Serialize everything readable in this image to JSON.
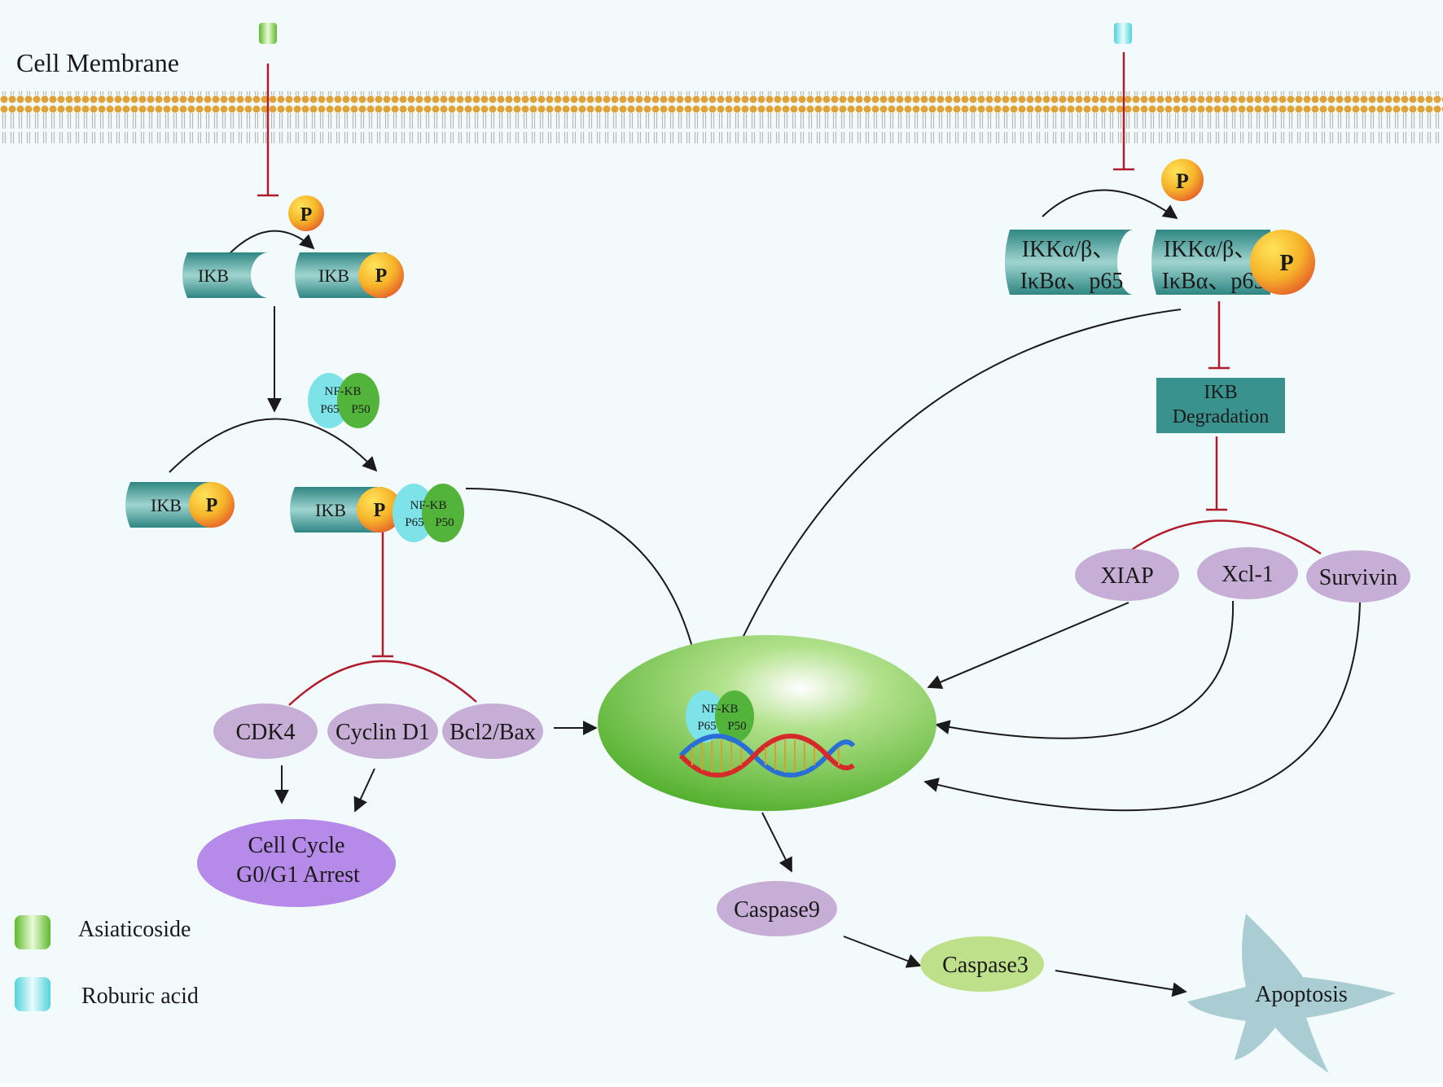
{
  "membrane": {
    "label": "Cell Membrane"
  },
  "phospho": {
    "label": "P"
  },
  "ikb": {
    "label": "IKB"
  },
  "nfkb": {
    "line1": "NF-KB",
    "line2a": "P65",
    "line2b": "P50"
  },
  "ikk": {
    "line1": "IKKα/β、",
    "line2": "IκBα、p65"
  },
  "degradation": {
    "line1": "IKB",
    "line2": "Degradation"
  },
  "left_targets": [
    "CDK4",
    "Cyclin D1",
    "Bcl2/Bax"
  ],
  "right_targets": [
    "XIAP",
    "Xcl-1",
    "Survivin"
  ],
  "cell_cycle": {
    "line1": "Cell Cycle",
    "line2": "G0/G1 Arrest"
  },
  "caspase9": "Caspase9",
  "caspase3": "Caspase3",
  "apoptosis": "Apoptosis",
  "legend": [
    {
      "label": "Asiaticoside",
      "color": "#6cc43a"
    },
    {
      "label": "Roburic acid",
      "color": "#6fd9e0"
    }
  ],
  "colors": {
    "inhibit": "#b01c2c",
    "arrow": "#1a1a1a",
    "teal": "#3a928f",
    "purple": "#c6aed6",
    "cell_cycle": "#b68ae8",
    "nucleus": "#5cb935",
    "caspase3": "#bfe08a",
    "membrane": "#e0a339"
  }
}
